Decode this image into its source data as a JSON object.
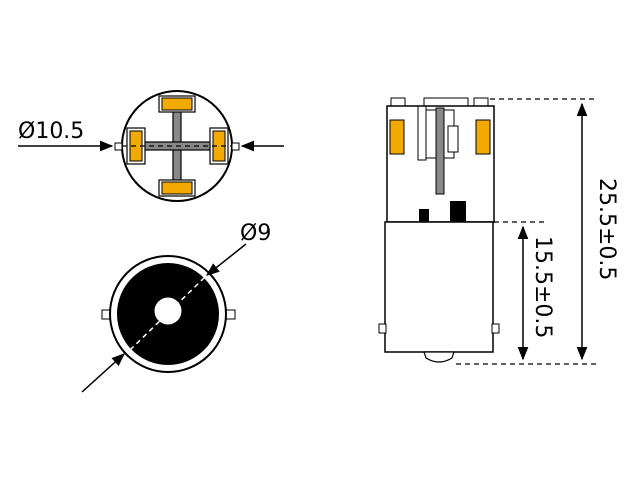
{
  "dimensions": {
    "top_view_diameter": "Ø10.5",
    "base_diameter": "Ø9",
    "total_height": "25.5±0.5",
    "base_height": "15.5±0.5"
  },
  "colors": {
    "led_amber": "#f2a900",
    "line": "#000000",
    "stem_gray": "#888888",
    "dim_dash": "#000000"
  }
}
